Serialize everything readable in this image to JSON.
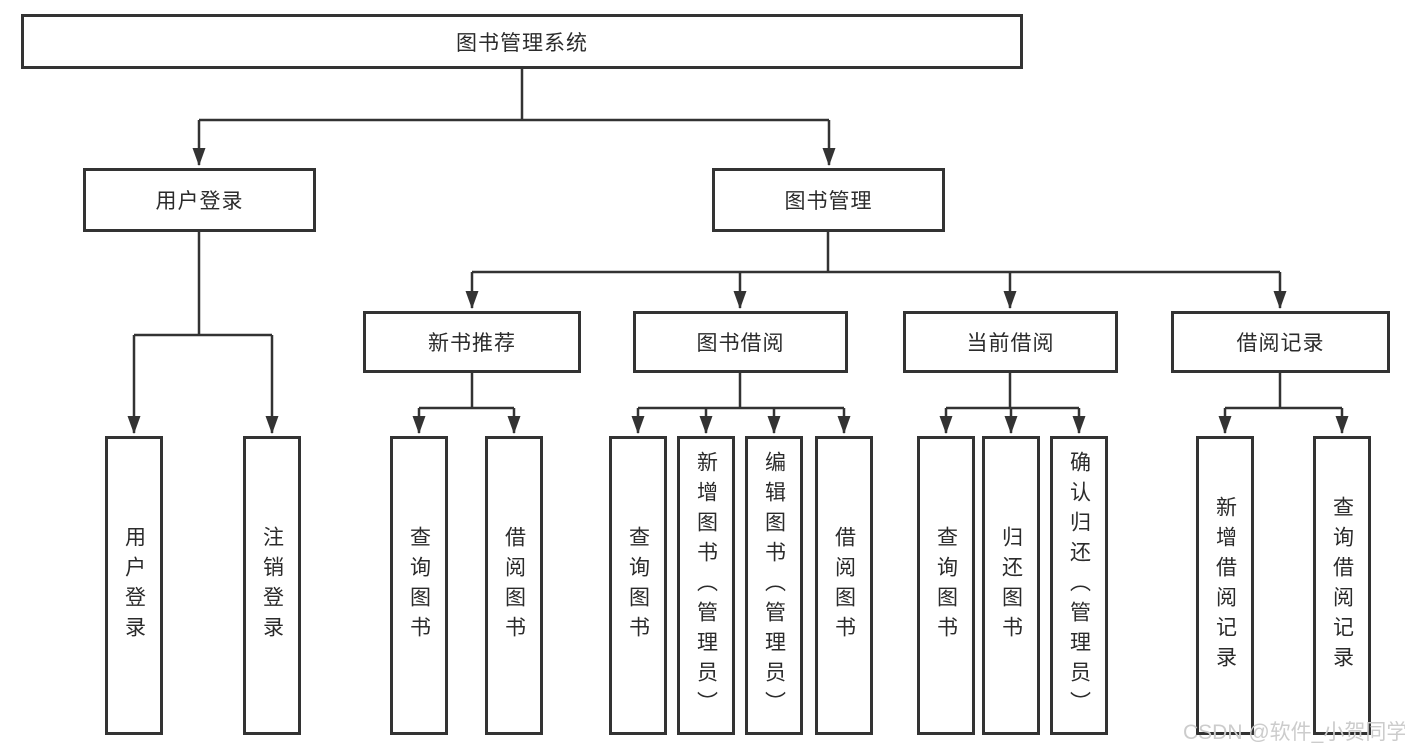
{
  "colors": {
    "line": "#333333",
    "box_border": "#333333",
    "text": "#2b2b2b",
    "watermark": "#cccccc",
    "background": "#ffffff"
  },
  "diagram": {
    "root": {
      "label": "图书管理系统"
    },
    "level2": [
      {
        "label": "用户登录"
      },
      {
        "label": "图书管理"
      }
    ],
    "level3": [
      {
        "label": "新书推荐"
      },
      {
        "label": "图书借阅"
      },
      {
        "label": "当前借阅"
      },
      {
        "label": "借阅记录"
      }
    ],
    "children": {
      "user_login": [
        "用户登录",
        "注销登录"
      ],
      "new_book_recommendation": [
        "查询图书",
        "借阅图书"
      ],
      "book_borrowing": [
        "查询图书",
        "新增图书（管理员）",
        "编辑图书（管理员）",
        "借阅图书"
      ],
      "current_borrowing": [
        "查询图书",
        "归还图书",
        "确认归还（管理员）"
      ],
      "borrowing_records": [
        "新增借阅记录",
        "查询借阅记录"
      ]
    }
  },
  "watermark": {
    "text": "CSDN @软件_小贺同学"
  }
}
